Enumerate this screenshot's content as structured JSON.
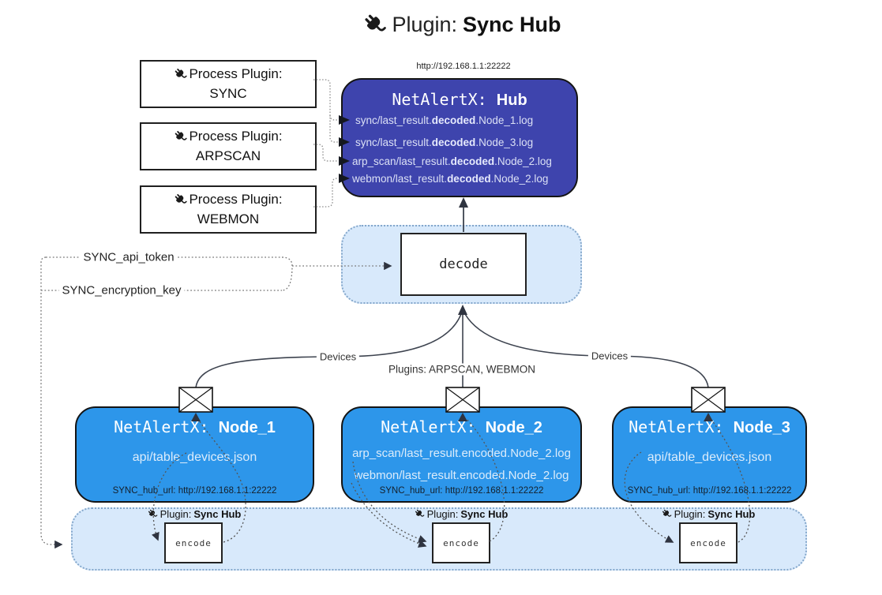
{
  "title": {
    "prefix": "Plugin:",
    "name": "Sync Hub"
  },
  "process_plugins": [
    {
      "label": "Process Plugin:",
      "name": "SYNC"
    },
    {
      "label": "Process Plugin:",
      "name": "ARPSCAN"
    },
    {
      "label": "Process Plugin:",
      "name": "WEBMON"
    }
  ],
  "hub": {
    "url": "http://192.168.1.1:22222",
    "title_prefix": "NetAlertX:",
    "title_name": "Hub",
    "logs": [
      {
        "pre": "sync/last_result.",
        "bold": "decoded",
        "post": ".Node_1.log"
      },
      {
        "pre": "sync/last_result.",
        "bold": "decoded",
        "post": ".Node_3.log"
      },
      {
        "pre": "arp_scan/last_result.",
        "bold": "decoded",
        "post": ".Node_2.log"
      },
      {
        "pre": "webmon/last_result.",
        "bold": "decoded",
        "post": ".Node_2.log"
      }
    ]
  },
  "decode_box": {
    "label": "decode"
  },
  "secrets": {
    "api_token": "SYNC_api_token",
    "encryption_key": "SYNC_encryption_key"
  },
  "edges": {
    "devices": "Devices",
    "plugins": "Plugins: ARPSCAN, WEBMON"
  },
  "nodes": [
    {
      "title_prefix": "NetAlertX:",
      "title_name": "Node_1",
      "files": [
        "api/table_devices.json"
      ],
      "hub_url": "SYNC_hub_url: http://192.168.1.1:22222"
    },
    {
      "title_prefix": "NetAlertX:",
      "title_name": "Node_2",
      "files": [
        "arp_scan/last_result.encoded.Node_2.log",
        "webmon/last_result.encoded.Node_2.log"
      ],
      "hub_url": "SYNC_hub_url: http://192.168.1.1:22222"
    },
    {
      "title_prefix": "NetAlertX:",
      "title_name": "Node_3",
      "files": [
        "api/table_devices.json"
      ],
      "hub_url": "SYNC_hub_url: http://192.168.1.1:22222"
    }
  ],
  "encode_band": {
    "plugin_prefix": "Plugin:",
    "plugin_name": "Sync Hub",
    "encode_label": "encode"
  },
  "colors": {
    "hub_bg": "#3e44ad",
    "node_bg": "#2d96ea",
    "band_bg": "#d8e9fb",
    "line": "#3d434f"
  }
}
